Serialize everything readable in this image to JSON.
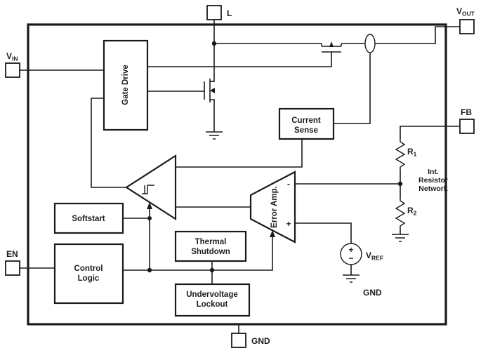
{
  "pins": {
    "l": {
      "label": "L"
    },
    "vout": {
      "main": "V",
      "sub": "OUT"
    },
    "vin": {
      "main": "V",
      "sub": "IN"
    },
    "fb": {
      "label": "FB"
    },
    "en": {
      "label": "EN"
    },
    "gnd": {
      "label": "GND"
    }
  },
  "blocks": {
    "gate_drive": {
      "label": "Gate Drive"
    },
    "current_sense": {
      "line1": "Current",
      "line2": "Sense"
    },
    "softstart": {
      "label": "Softstart"
    },
    "control_logic": {
      "line1": "Control",
      "line2": "Logic"
    },
    "thermal_shutdown": {
      "line1": "Thermal",
      "line2": "Shutdown"
    },
    "undervoltage_lockout": {
      "line1": "Undervoltage",
      "line2": "Lockout"
    },
    "error_amp": {
      "label": "Error Amp.",
      "minus": "-",
      "plus": "+"
    }
  },
  "components": {
    "r1": {
      "main": "R",
      "sub": "1"
    },
    "r2": {
      "main": "R",
      "sub": "2"
    },
    "vref": {
      "main": "V",
      "sub": "REF",
      "plus": "+",
      "minus": "−"
    },
    "int_resistor_network": {
      "line1": "Int.",
      "line2": "Resistor",
      "line3": "Network"
    },
    "gnd_label": "GND"
  }
}
